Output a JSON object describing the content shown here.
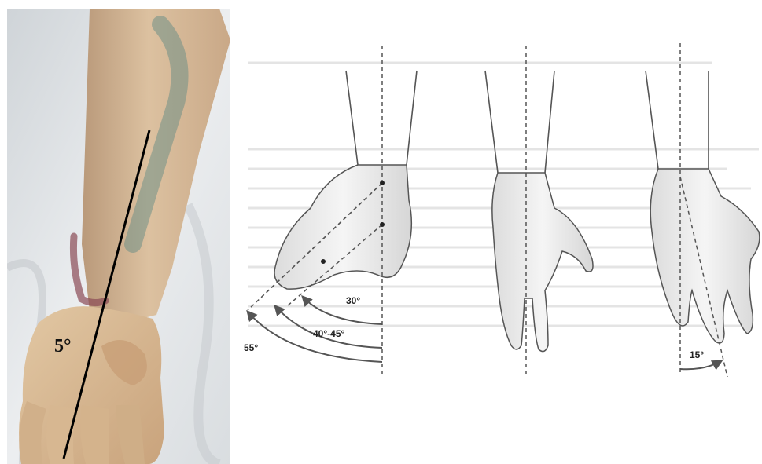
{
  "photo": {
    "angle_label": "5°"
  },
  "diagram": {
    "flexion_labels": [
      "30°",
      "40°-45°",
      "55°"
    ],
    "deviation_label": "15°"
  },
  "colors": {
    "background": "#ffffff",
    "sheet": "#e6e9ec",
    "skin": "#d8b995",
    "ink": "#444444",
    "axis_line": "#000000"
  }
}
